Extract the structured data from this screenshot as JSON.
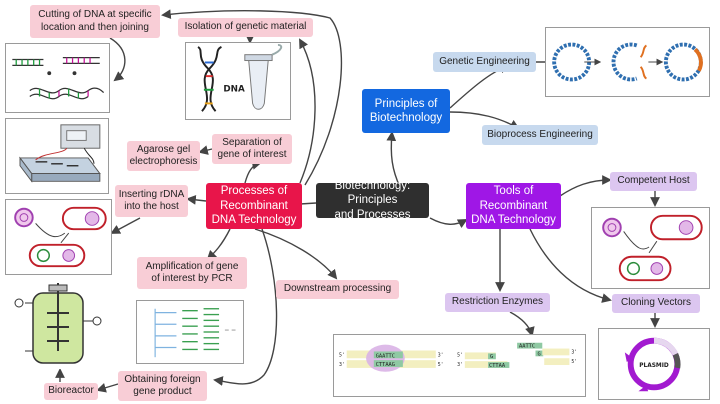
{
  "nodes": {
    "central": "Biotechnology: Principles\nand Processes",
    "processes": "Processes of\nRecombinant\nDNA Technology",
    "principles": "Principles of\nBiotechnology",
    "tools": "Tools of\nRecombinant\nDNA Technology",
    "genetic_engineering": "Genetic Engineering",
    "bioprocess_engineering": "Bioprocess Engineering",
    "cutting": "Cutting of DNA at specific\nlocation and then joining",
    "isolation": "Isolation of genetic material",
    "separation": "Separation of\ngene of interest",
    "agarose": "Agarose gel\nelectrophoresis",
    "inserting": "Inserting rDNA\ninto the host",
    "amplification": "Amplification of gene\nof interest by PCR",
    "downstream": "Downstream processing",
    "obtaining": "Obtaining foreign\ngene product",
    "bioreactor": "Bioreactor",
    "competent_host": "Competent Host",
    "restriction_enzymes": "Restriction Enzymes",
    "cloning_vectors": "Cloning Vectors"
  },
  "figure_text": {
    "dna_label": "DNA",
    "plasmid_label": "PLASMID",
    "seq_top_left": "GAATTC",
    "seq_bottom_left": "CTTAAG",
    "seq_top_right": "AATTC",
    "seq_bottom_right": "CTTAA",
    "seq_g": "G",
    "end_5": "5'",
    "end_3": "3'"
  },
  "colors": {
    "pink_box": "#f8cdd6",
    "blue_box": "#c7d9ee",
    "violet_box": "#dcc6f0",
    "central": "#2f2f2f",
    "processes": "#e8154a",
    "principles": "#1368e0",
    "tools": "#9f17e6"
  }
}
